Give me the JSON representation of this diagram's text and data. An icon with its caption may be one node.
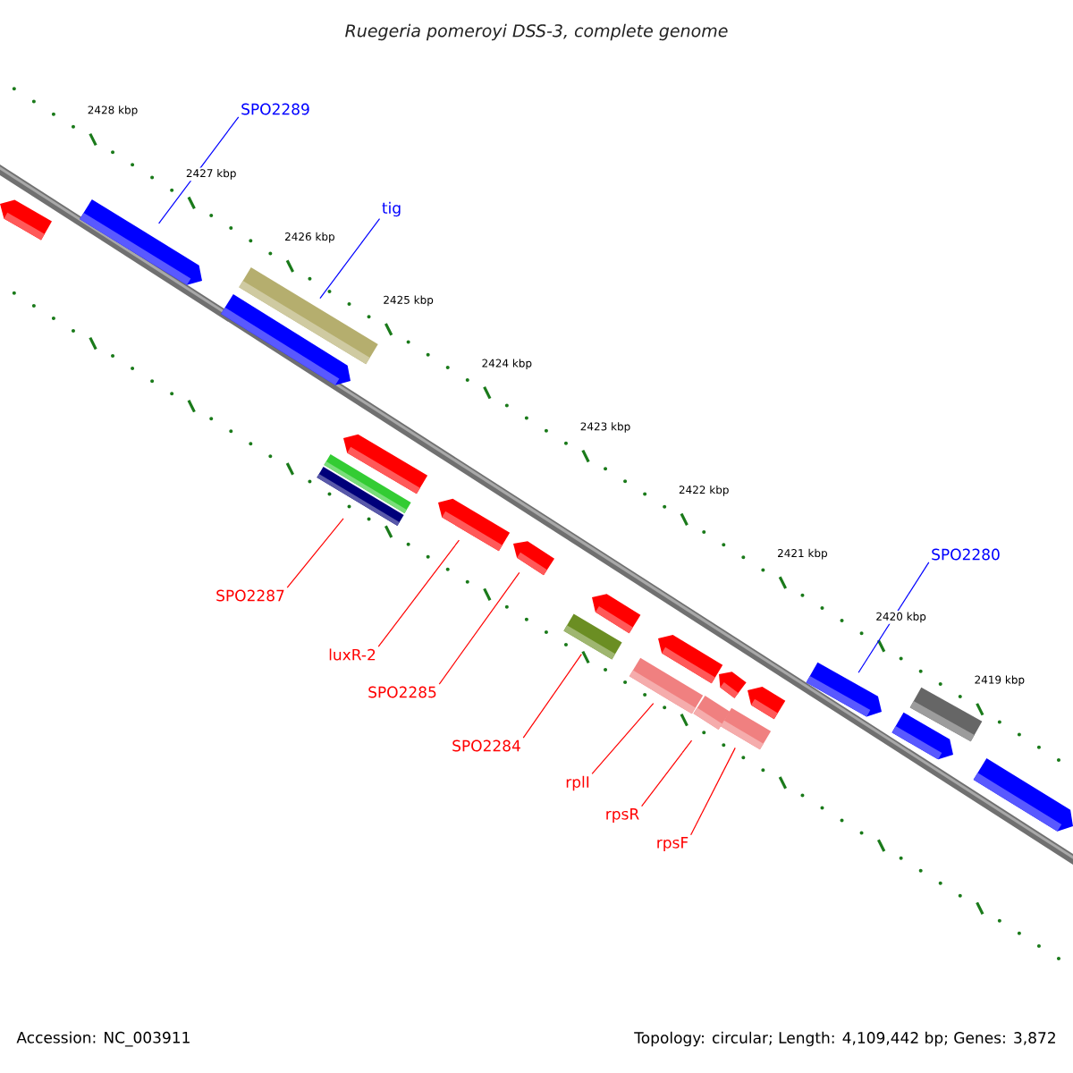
{
  "diagram": {
    "title": "Ruegeria pomeroyi DSS-3, complete genome",
    "nodes": [
      {
        "text": [
          "SPO2289"
        ]
      },
      {
        "text": [
          "tig"
        ]
      },
      {
        "text": [
          "SPO2287"
        ]
      },
      {
        "text": [
          "luxR-2"
        ]
      },
      {
        "text": [
          "SPO2285"
        ]
      },
      {
        "text": [
          "SPO2284"
        ]
      },
      {
        "text": [
          "rplI"
        ]
      },
      {
        "text": [
          "rpsR"
        ]
      },
      {
        "text": [
          "rpsF"
        ]
      },
      {
        "text": [
          "SPO2280"
        ]
      },
      {
        "text": [],
        "shape": "arrow"
      },
      {
        "text": [],
        "shape": "arrow"
      },
      {
        "text": [],
        "shape": "arrow"
      },
      {
        "text": [],
        "shape": "arrow"
      },
      {
        "text": [],
        "shape": "arrow"
      },
      {
        "text": [],
        "shape": "arrow"
      },
      {
        "text": [],
        "shape": "arrow"
      },
      {
        "text": [],
        "shape": "arrow"
      },
      {
        "text": [],
        "shape": "arrow"
      },
      {
        "text": [],
        "shape": "arrow"
      },
      {
        "text": [],
        "shape": "arrow"
      },
      {
        "text": [],
        "shape": "arrow"
      },
      {
        "text": [],
        "shape": "arrow"
      },
      {
        "text": [],
        "shape": "arrow"
      },
      {
        "text": [],
        "shape": "arrow"
      },
      {
        "text": [],
        "shape": "arrow"
      },
      {
        "text": [],
        "shape": "arrow"
      },
      {
        "text": [],
        "shape": "arrow"
      },
      {
        "text": [],
        "shape": "arrow"
      },
      {
        "text": [],
        "shape": "arrow"
      },
      {
        "text": [],
        "shape": "arrow"
      }
    ],
    "edges": [
      {
        "from": 0,
        "to": 10,
        "arrow": "none",
        "color": "#0000ff"
      },
      {
        "from": 1,
        "to": 11,
        "arrow": "none",
        "color": "#0000ff"
      },
      {
        "from": 2,
        "to": 12,
        "arrow": "none"
      },
      {
        "from": 3,
        "to": 13,
        "arrow": "none"
      },
      {
        "from": 4,
        "to": 14,
        "arrow": "none"
      },
      {
        "from": 5,
        "to": 15,
        "arrow": "none"
      },
      {
        "from": 6,
        "to": 16,
        "arrow": "none"
      },
      {
        "from": 7,
        "to": 17,
        "arrow": "none"
      },
      {
        "from": 8,
        "to": 18,
        "arrow": "none"
      },
      {
        "from": 9,
        "to": 19,
        "arrow": "none",
        "color": "#0000ff"
      }
    ],
    "labels": [
      "2428 kbp",
      "2427 kbp",
      "2426 kbp",
      "2425 kbp",
      "2424 kbp",
      "2423 kbp",
      "2422 kbp",
      "2421 kbp",
      "2420 kbp",
      "2419 kbp",
      "Accession: NC_003911",
      "Topology: circular; Length: 4,109,442 bp; Genes: 3,872"
    ]
  }
}
